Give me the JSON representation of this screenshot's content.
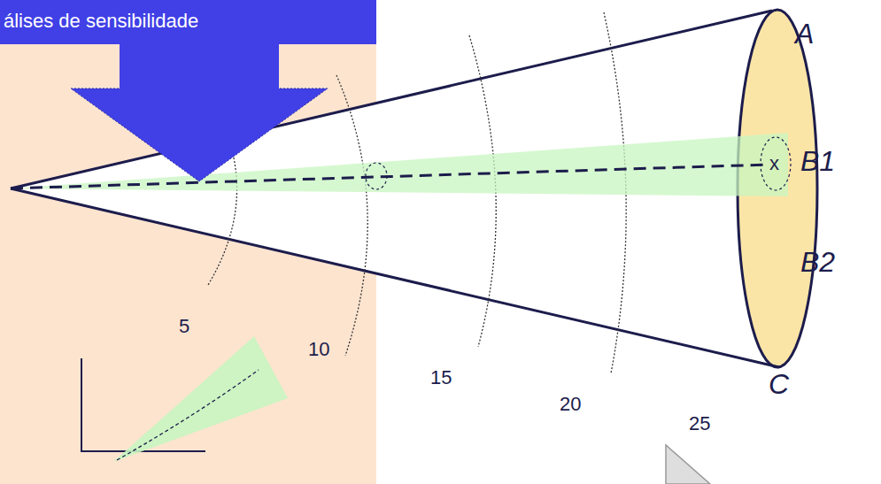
{
  "diagram": {
    "nodes": [
      {
        "text": [
          "álises de sensibilidade"
        ]
      }
    ],
    "labels": [
      "x",
      "A",
      "B1",
      "B2",
      "C",
      "5",
      "10",
      "15",
      "20",
      "25"
    ]
  }
}
